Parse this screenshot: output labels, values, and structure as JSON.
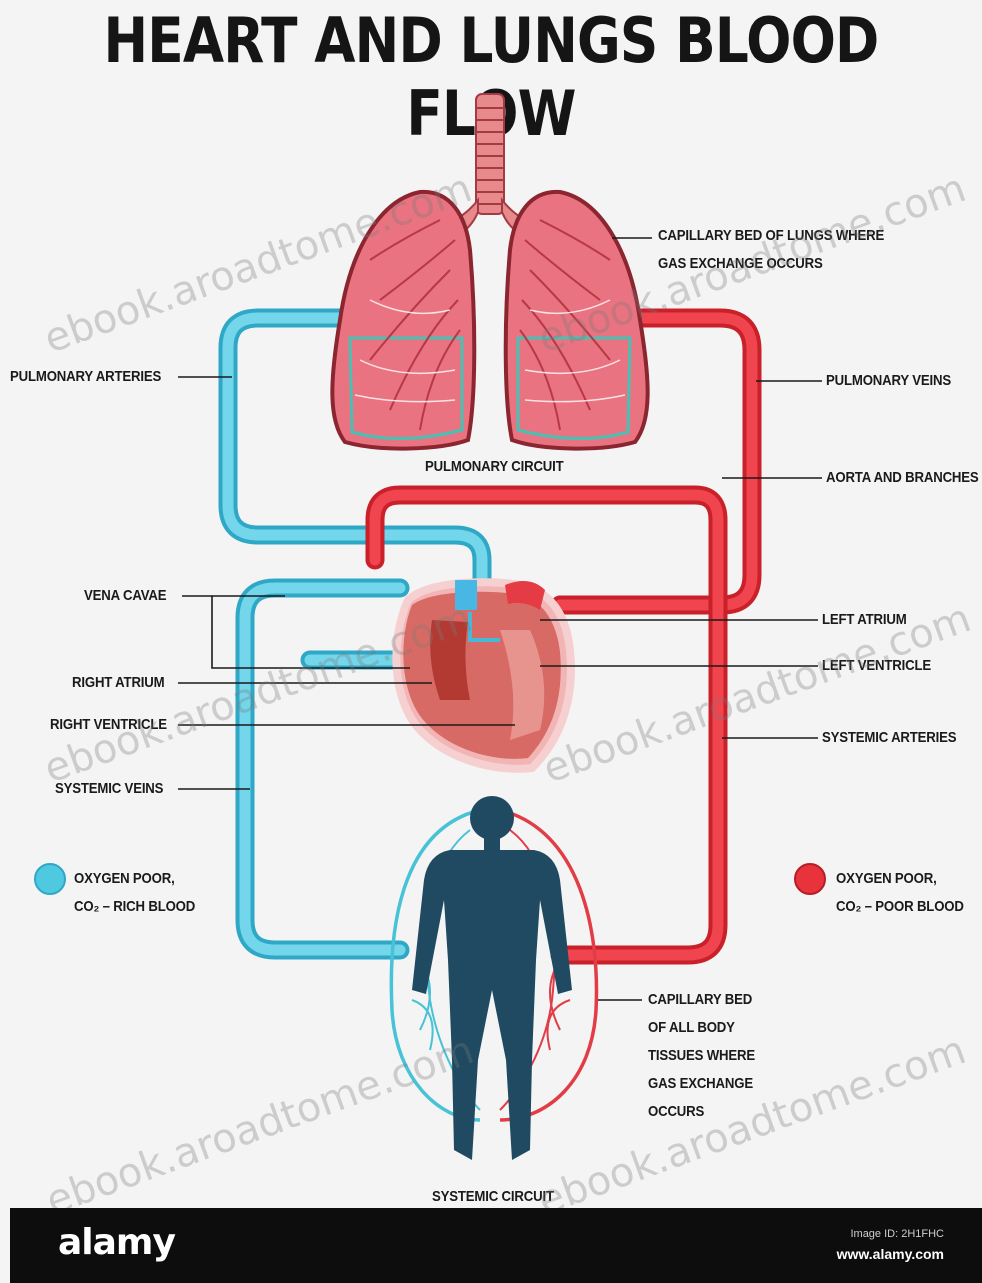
{
  "title": "HEART AND LUNGS BLOOD FLOW",
  "labels": {
    "capillary_lungs": [
      "CAPILLARY BED OF LUNGS WHERE",
      "GAS EXCHANGE OCCURS"
    ],
    "pulmonary_arteries": "PULMONARY ARTERIES",
    "pulmonary_veins": "PULMONARY VEINS",
    "pulmonary_circuit": "PULMONARY CIRCUIT",
    "aorta": "AORTA AND BRANCHES",
    "vena_cavae": "VENA CAVAE",
    "left_atrium": "LEFT ATRIUM",
    "left_ventricle": "LEFT VENTRICLE",
    "right_atrium": "RIGHT ATRIUM",
    "right_ventricle": "RIGHT VENTRICLE",
    "systemic_arteries": "SYSTEMIC ARTERIES",
    "systemic_veins": "SYSTEMIC VEINS",
    "capillary_body": [
      "CAPILLARY BED",
      "OF ALL BODY",
      "TISSUES WHERE",
      "GAS EXCHANGE",
      "OCCURS"
    ],
    "systemic_circuit": "SYSTEMIC CIRCUIT"
  },
  "legend": {
    "oxygen_poor": [
      "OXYGEN POOR,",
      "CO₂ – RICH BLOOD"
    ],
    "oxygen_rich": [
      "OXYGEN POOR,",
      "CO₂ – POOR BLOOD"
    ],
    "colors": {
      "oxygen_poor": "#4fc9e0",
      "oxygen_rich": "#e8323c"
    }
  },
  "watermark": "ebook.aroadtome.com",
  "footer": {
    "brand": "alamy",
    "image_id": "Image ID: 2H1FHC",
    "site": "www.alamy.com"
  }
}
